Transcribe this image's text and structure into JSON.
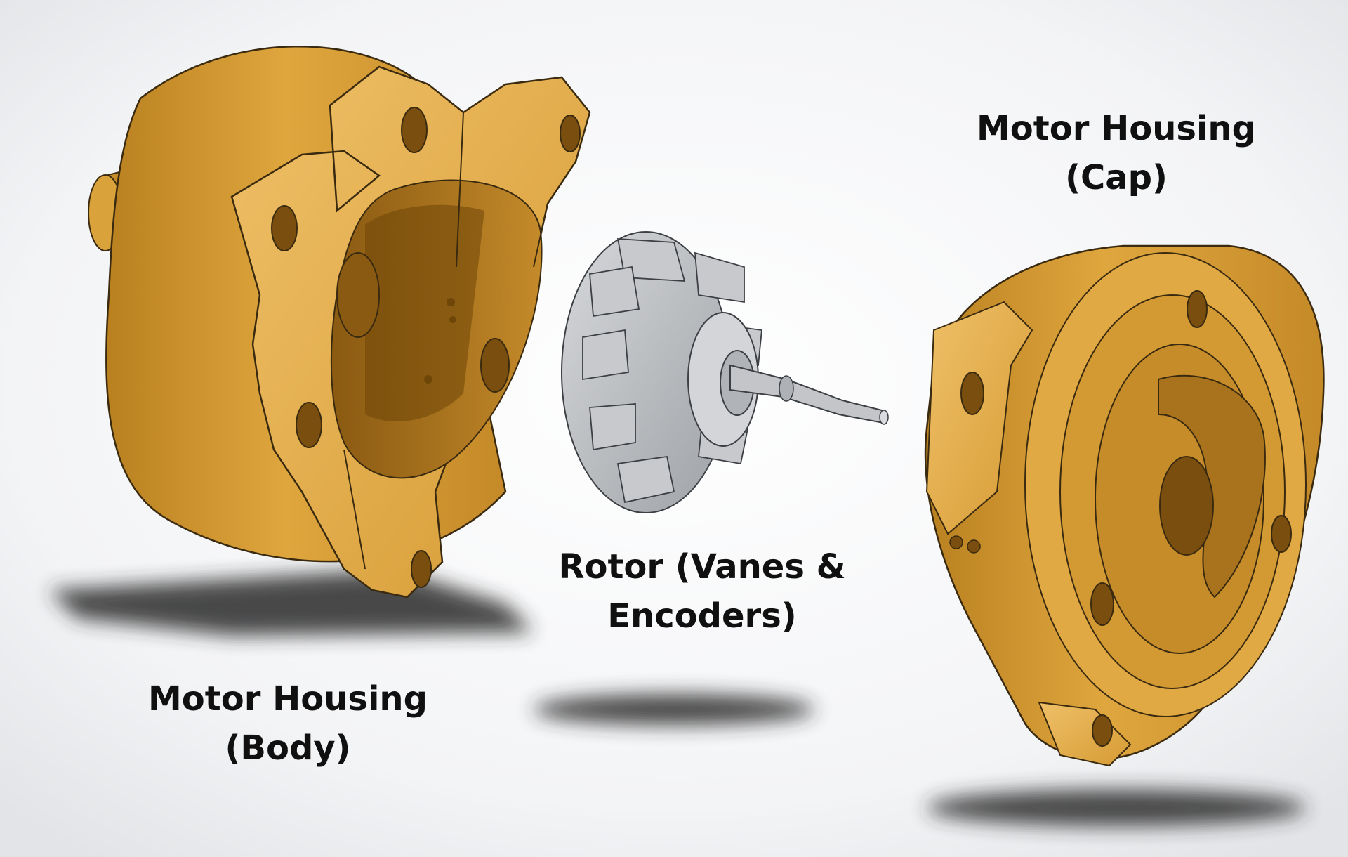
{
  "labels": {
    "body": {
      "line1": "Motor Housing",
      "line2": "(Body)"
    },
    "rotor": {
      "line1": "Rotor (Vanes &",
      "line2": "Encoders)"
    },
    "cap": {
      "line1": "Motor Housing",
      "line2": "(Cap)"
    }
  },
  "colors": {
    "housing": "#d9a23a",
    "housing_dark": "#a8731c",
    "housing_light": "#efc068",
    "rotor": "#b9bcc0",
    "rotor_dark": "#8c8f93",
    "shadow": "#2a2a2a",
    "background": "#ffffff"
  }
}
